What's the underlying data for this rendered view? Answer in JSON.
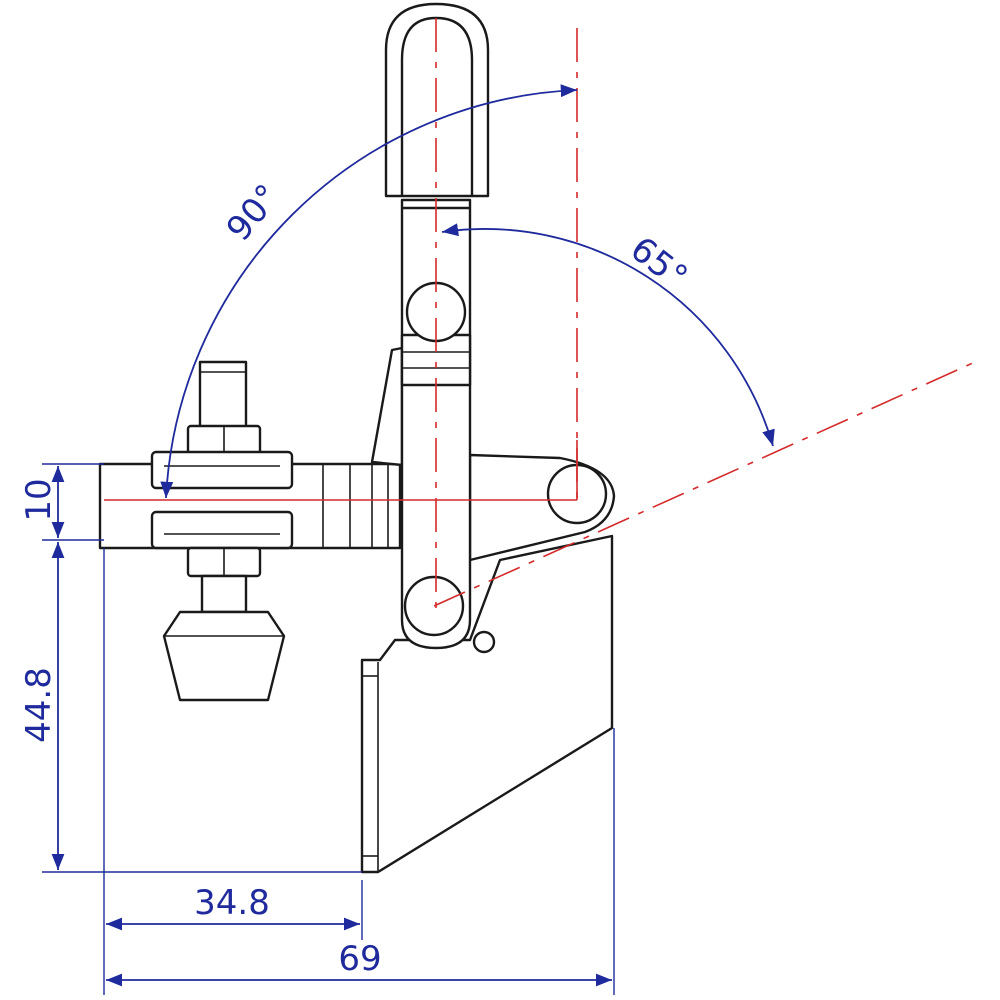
{
  "dimensions": {
    "angle_open": "90°",
    "angle_hold": "65°",
    "clamp_height": "10",
    "spindle_height": "44.8",
    "spindle_offset": "34.8",
    "total_width": "69"
  },
  "colors": {
    "outline": "#1a1a1a",
    "centerline": "#d42a2a",
    "dimension": "#1f2a9c"
  }
}
